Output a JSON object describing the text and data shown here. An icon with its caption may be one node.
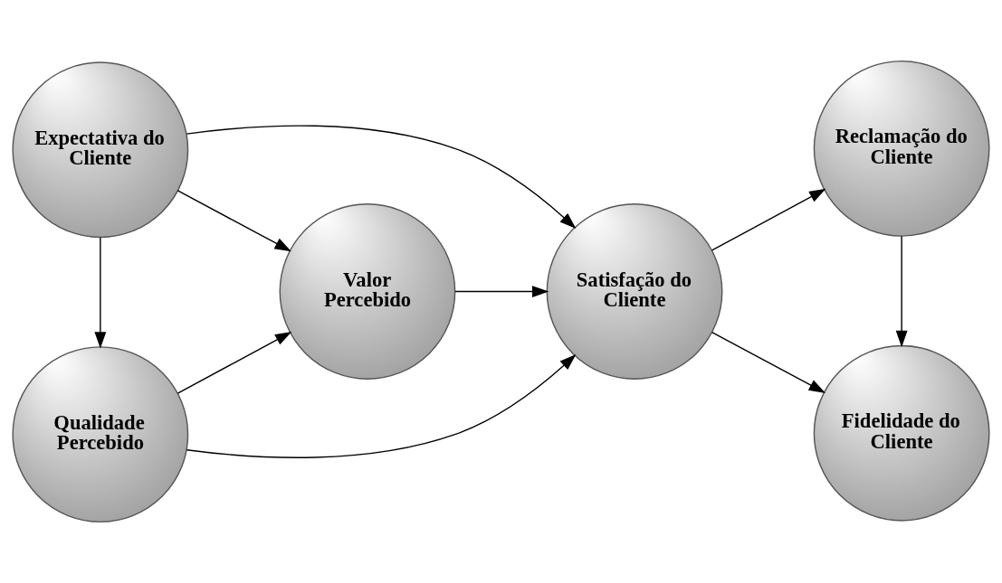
{
  "diagram": {
    "nodes": [
      {
        "text": [
          "Qualidade Percebido"
        ]
      },
      {
        "text": [
          "Valor Percebido"
        ]
      },
      {
        "text": [
          "Satisfação do Cliente"
        ]
      },
      {
        "text": [
          "Reclamação do Cliente"
        ]
      },
      {
        "text": [
          "Expectativa do Cliente"
        ]
      },
      {
        "text": [
          "Fidelidade do Cliente"
        ]
      }
    ],
    "edges": [
      {
        "from": 4,
        "to": 0,
        "arrow": "to"
      },
      {
        "from": 0,
        "to": 1,
        "arrow": "to"
      },
      {
        "from": 0,
        "to": 2,
        "arrow": "to"
      },
      {
        "from": 4,
        "to": 1,
        "arrow": "to"
      },
      {
        "from": 4,
        "to": 2,
        "arrow": "to"
      },
      {
        "from": 1,
        "to": 2,
        "arrow": "to"
      },
      {
        "from": 2,
        "to": 3,
        "arrow": "to"
      },
      {
        "from": 2,
        "to": 5,
        "arrow": "to"
      },
      {
        "from": 3,
        "to": 5,
        "arrow": "to"
      }
    ]
  }
}
